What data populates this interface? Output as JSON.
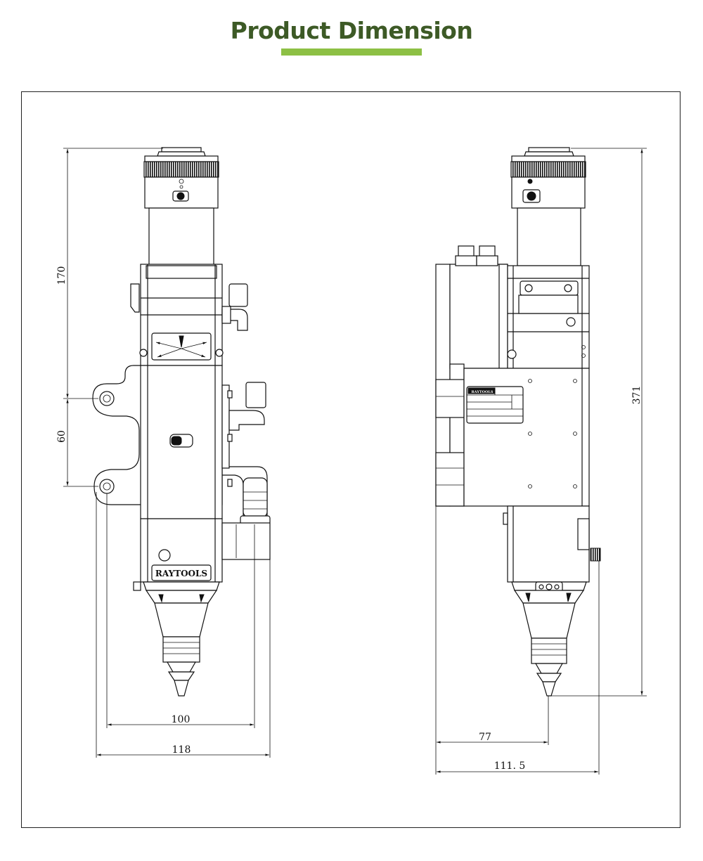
{
  "header": {
    "title": "Product Dimension",
    "title_color": "#3d5a26",
    "underline_color": "#8dc045"
  },
  "front_view": {
    "brand_label": "RAYTOOLS",
    "dimensions": {
      "height_upper": "170",
      "hole_spacing": "60",
      "width_inner": "100",
      "width_overall": "118"
    }
  },
  "side_view": {
    "plate_label": "RAYTOOLS",
    "dimensions": {
      "height_overall": "371",
      "offset": "77",
      "depth_overall": "111. 5"
    }
  }
}
